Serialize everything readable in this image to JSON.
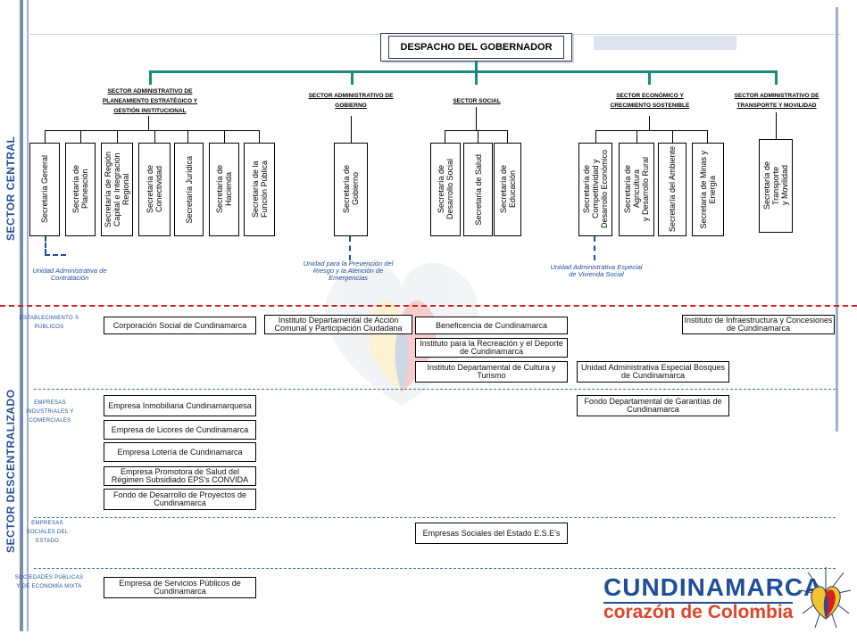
{
  "title": "DESPACHO DEL GOBERNADOR",
  "side_labels": {
    "central": "SECTOR CENTRAL",
    "descentralizado": "SECTOR DESCENTRALIZADO"
  },
  "sectors": {
    "planeamiento": "SECTOR ADMINISTRATIVO DE PLANEAMIENTO ESTRATÉGICO Y GESTIÓN INSTITUCIONAL",
    "gobierno": "SECTOR ADMINISTRATIVO DE GOBIERNO",
    "social": "SECTOR SOCIAL",
    "economico": "SECTOR ECONÓMICO Y CRECIMIENTO SOSTENIBLE",
    "transporte": "SECTOR ADMINISTRATIVO DE TRANSPORTE Y MOVILIDAD"
  },
  "secretarias": {
    "general": "Secretaría General",
    "planeacion": "Secretaría de\nPlaneación",
    "region_capital": "Secretaría de Región\nCapital e Integración\nRegional",
    "conectividad": "Secretaría de\nConectividad",
    "juridica": "Secretaría Jurídica",
    "hacienda": "Secretaría de\nHacienda",
    "funcion_publica": "Secretaría de la\nFunción Pública",
    "gobierno": "Secretaría de\nGobierno",
    "desarrollo_social": "Secretaría de\nDesarrollo Social",
    "salud": "Secretaría de Salud",
    "educacion": "Secretaría de\nEducación",
    "competitividad": "Secretaría de\nCompetitividad y\nDesarrollo Económico",
    "agricultura": "Secretaría de\nAgricultura\ny Desarrollo Rural",
    "ambiente": "Secretaría del Ambiente",
    "minas": "Secretaría de Minas y\nEnergía",
    "transporte": "Secretaría de\nTransporte\ny Movilidad"
  },
  "unidades": {
    "contratacion": "Unidad Administrativa de Contratación",
    "riesgo": "Unidad para la Prevención del Riesgo y la Atención de Emergencias",
    "vivienda": "Unidad Administrativa Especial de Vivienda Social"
  },
  "categories": {
    "establecimientos": "ESTABLECIMIENTO S PÚBLICOS",
    "industriales": "EMPRESAS INDUSTRIALES Y COMERCIALES",
    "sociales": "EMPRESAS SOCIALES DEL ESTADO",
    "mixta": "SOCIEDADES PÚBLICAS Y DE ECONOMÍA MIXTA"
  },
  "entities": {
    "corp_social": "Corporación Social de Cundinamarca",
    "accion_comunal": "Instituto Departamental de Acción Comunal y Participación Ciudadana",
    "beneficencia": "Beneficencia de Cundinamarca",
    "infraestructura": "Instituto de Infraestructura y Concesiones de Cundinamarca",
    "recreacion": "Instituto para la Recreación y el Deporte de Cundinamarca",
    "cultura": "Instituto Departamental de Cultura y Turismo",
    "bosques": "Unidad Administrativa Especial Bosques de Cundinamarca",
    "inmobiliaria": "Empresa Inmobiliaria Cundinamarquesa",
    "garantias": "Fondo Departamental de Garantías de Cundinamarca",
    "licores": "Empresa de Licores de Cundinamarca",
    "loteria": "Empresa Lotería de Cundinamarca",
    "convida": "Empresa Promotora de Salud del Régimen Subsidiado EPS's CONVIDA",
    "fondo_proyectos": "Fondo de Desarrollo de Proyectos de Cundinamarca",
    "ese": "Empresas Sociales del Estado E.S.E's",
    "servicios_publicos": "Empresa de Servicios Públicos de Cundinamarca"
  },
  "logo": {
    "line1": "CUNDINAMARCA",
    "line2": "corazón de Colombia"
  },
  "colors": {
    "connector": "#1a8a7a",
    "accent_blue": "#1f4e9a",
    "divider_red": "#d42020",
    "logo_orange": "#e0452a"
  }
}
